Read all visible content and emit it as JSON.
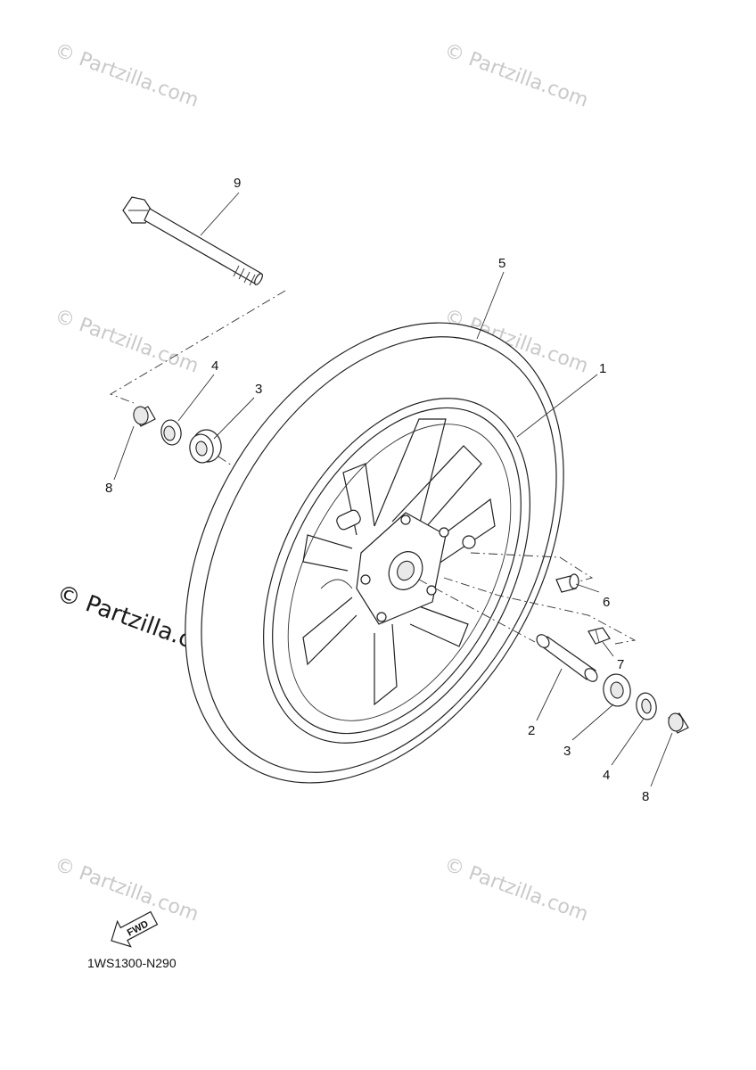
{
  "diagram_code": "1WS1300-N290",
  "direction_badge": "FWD",
  "watermarks": [
    {
      "text": "© Partzilla.com",
      "style": "faint"
    },
    {
      "text": "© Partzilla.com",
      "style": "faint"
    },
    {
      "text": "© Partzilla.com",
      "style": "faint"
    },
    {
      "text": "© Partzilla.com",
      "style": "faint"
    },
    {
      "text": "© Partzilla.com",
      "style": "bold"
    },
    {
      "text": "© Partzilla.com",
      "style": "faint"
    },
    {
      "text": "© Partzilla.com",
      "style": "faint"
    }
  ],
  "callouts": [
    "9",
    "5",
    "1",
    "4",
    "3",
    "8",
    "6",
    "7",
    "2",
    "3",
    "4",
    "8"
  ],
  "colors": {
    "line": "#222222",
    "watermark": "#c9c9c9",
    "background": "#ffffff"
  }
}
